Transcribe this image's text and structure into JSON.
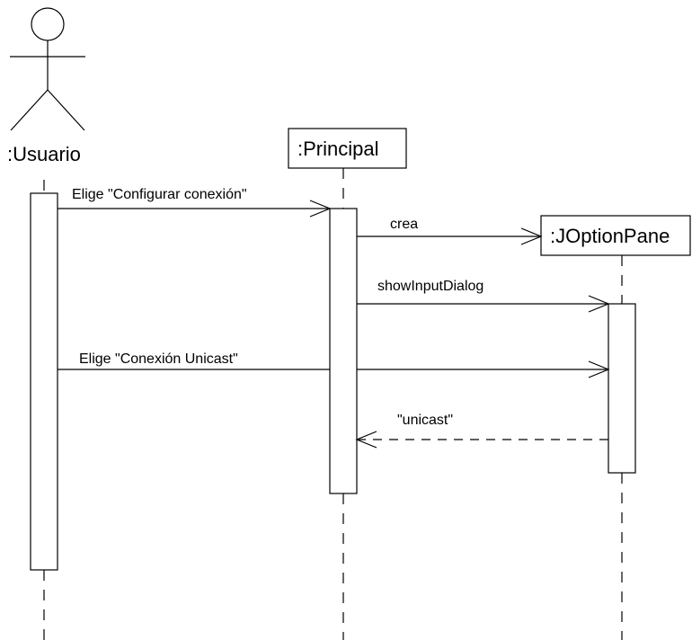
{
  "participants": {
    "usuario": ":Usuario",
    "principal": ":Principal",
    "joptionpane": ":JOptionPane"
  },
  "messages": {
    "m1": "Elige \"Configurar conexión\"",
    "m2": "crea",
    "m3": "showInputDialog",
    "m4": "Elige \"Conexión Unicast\"",
    "m5": "\"unicast\""
  },
  "colors": {
    "stroke": "#000000",
    "background": "#ffffff"
  }
}
